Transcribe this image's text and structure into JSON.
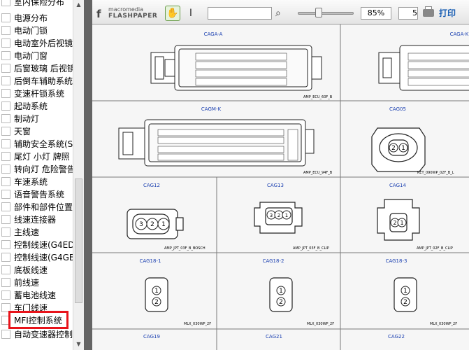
{
  "nav": {
    "items": [
      {
        "label": "室内保险分布"
      },
      {
        "label": "电源分布"
      },
      {
        "label": "电动门锁"
      },
      {
        "label": "电动室外后视镜"
      },
      {
        "label": "电动门窗"
      },
      {
        "label": "后窗玻璃 后视镜"
      },
      {
        "label": "后倒车辅助系统"
      },
      {
        "label": "变速杆锁系统"
      },
      {
        "label": "起动系统"
      },
      {
        "label": "制动灯"
      },
      {
        "label": "天窗"
      },
      {
        "label": "辅助安全系统(S"
      },
      {
        "label": "尾灯 小灯 牌照"
      },
      {
        "label": "转向灯 危险警告"
      },
      {
        "label": "车速系统"
      },
      {
        "label": "语音警告系统"
      },
      {
        "label": "部件和部件位置"
      },
      {
        "label": "线速连接器"
      },
      {
        "label": "主线速"
      },
      {
        "label": "控制线速(G4ED"
      },
      {
        "label": "控制线速(G4GB"
      },
      {
        "label": "底板线速"
      },
      {
        "label": "前线速"
      },
      {
        "label": "蓄电池线速"
      },
      {
        "label": "车门线速"
      },
      {
        "label": "MFI控制系统"
      },
      {
        "label": "自动变速器控制"
      }
    ],
    "selected_label": "MFI控制系统"
  },
  "toolbar": {
    "logo_brand": "macromedia",
    "logo_product": "FLASHPAPER",
    "logo_mark": "f",
    "hand_icon": "✋",
    "text_icon": "I",
    "search_value": "",
    "search_icon": "⌕",
    "zoom_percent": 35,
    "zoom_value": "85%",
    "page_value": "5",
    "print_label": "打印"
  },
  "document": {
    "connectors": [
      {
        "title": "CAGA-A",
        "footer": "AMP_ECU_60F_B"
      },
      {
        "title": "CAGA-K",
        "footer": ""
      },
      {
        "title": "CAGM-K",
        "footer": "AMP_ECU_94F_B"
      },
      {
        "title": "CAG05",
        "footer": "KET_090WP_02F_B_L"
      },
      {
        "title": "CAG12",
        "footer": "AMP_JPT_03F_B_BOSCH"
      },
      {
        "title": "CAG13",
        "footer": "AMP_JPT_03F_B_CLIP"
      },
      {
        "title": "CAG14",
        "footer": "AMP_JPT_02F_B_CLIP"
      },
      {
        "title": "CAG18-1",
        "footer": "MLX_030WP_2F"
      },
      {
        "title": "CAG18-2",
        "footer": "MLX_030WP_2F"
      },
      {
        "title": "CAG18-3",
        "footer": "MLX_030WP_2F"
      },
      {
        "title": "CAG19",
        "footer": ""
      },
      {
        "title": "CAG21",
        "footer": ""
      },
      {
        "title": "CAG22",
        "footer": ""
      }
    ],
    "pin_labels": {
      "one": "1",
      "two": "2",
      "three": "3"
    }
  },
  "colors": {
    "highlight": "#e8131a",
    "title": "#1a3fb0",
    "chrome": "#646464"
  }
}
